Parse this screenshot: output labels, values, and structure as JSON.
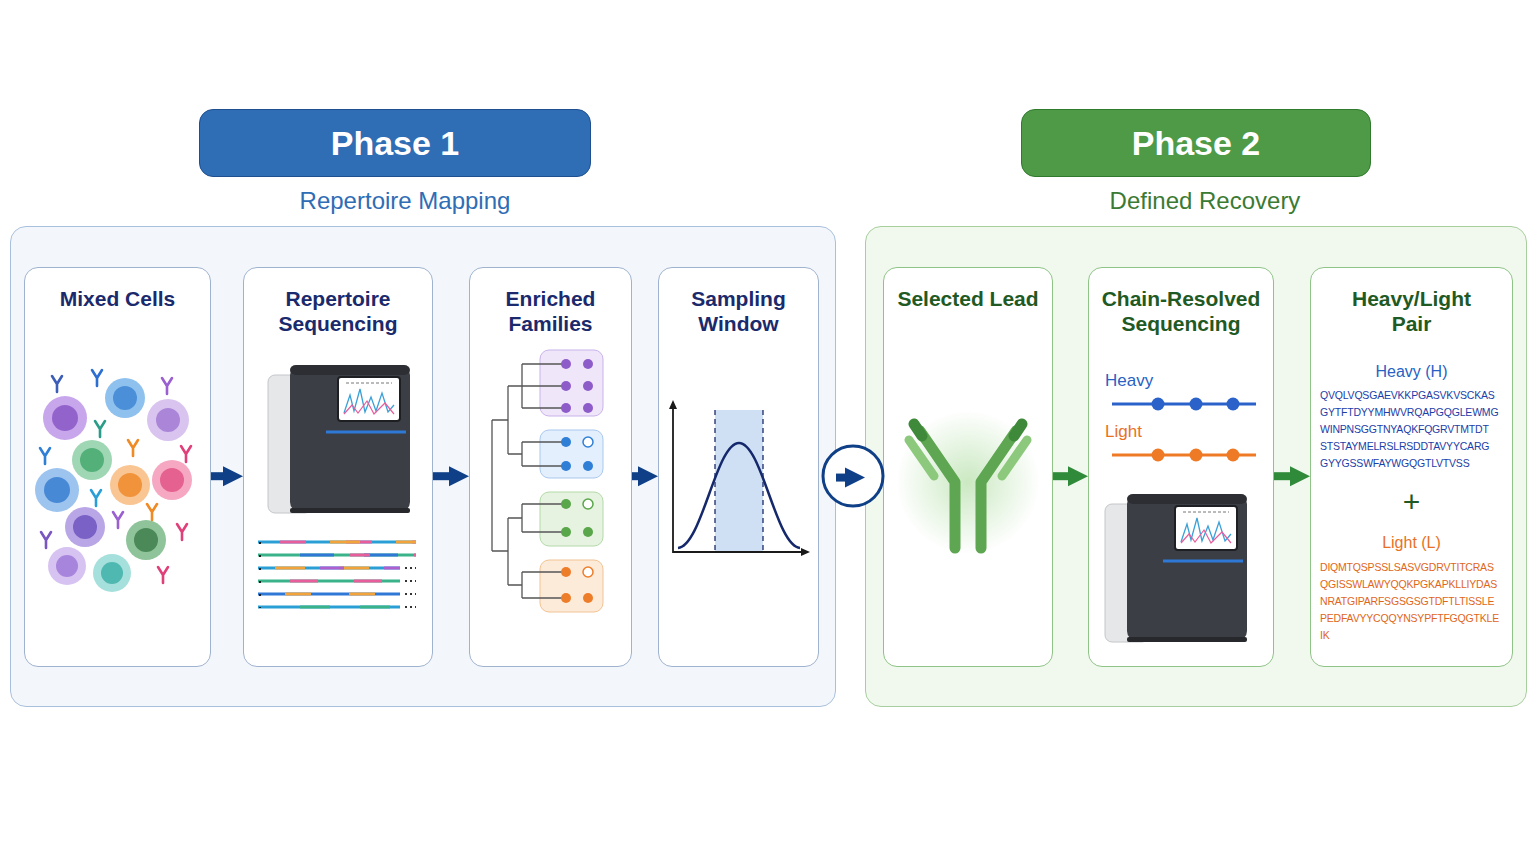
{
  "diagram": {
    "nodes": [
      {
        "text": [
          "Phase 1",
          "Repertoire Mapping"
        ]
      },
      {
        "text": [
          "Mixed Cells"
        ],
        "in": 0
      },
      {
        "text": [
          "Repertoire Sequencing"
        ],
        "in": 0
      },
      {
        "text": [
          "Enriched Families"
        ],
        "in": 0
      },
      {
        "text": [
          "Sampling Window"
        ],
        "in": 0
      },
      {
        "text": [
          "Phase 2",
          "Defined Recovery"
        ]
      },
      {
        "text": [
          "Selected Lead"
        ],
        "in": 5
      },
      {
        "text": [
          "Chain-Resolved Sequencing",
          "Heavy",
          "Light"
        ],
        "in": 5
      },
      {
        "text": [
          "Heavy/Light Pair",
          "Heavy (H)",
          "QVQLVQSGAEVKKPGASVKVSCKAS GYTFTDYYMHWVRQAPGQGLEWMG WINPNSGGTNYAQKFQGRVTMTDT STSTAYMELRSLRSDDTAVYYCARG GYYGSSWFAYWGQGTLVTVSS",
          "+",
          "Light (L)",
          "DIQMTQSPSSLSASVGDRVTITCRAS QGISSWLAWYQQKPGKAPKLLIYDAS NRATGIPARFSGSGSGTDFTLTISSLE PEDFAVYYCQQYNSYPFTFGQGTKLE IK"
        ],
        "in": 5
      }
    ],
    "edges": [
      {
        "from": 1,
        "to": 2,
        "arrow": "to"
      },
      {
        "from": 2,
        "to": 3,
        "arrow": "to"
      },
      {
        "from": 3,
        "to": 4,
        "arrow": "to"
      },
      {
        "from": 0,
        "to": 5,
        "arrow": "to"
      },
      {
        "from": 6,
        "to": 7,
        "arrow": "to"
      },
      {
        "from": 7,
        "to": 8,
        "arrow": "to"
      }
    ]
  }
}
